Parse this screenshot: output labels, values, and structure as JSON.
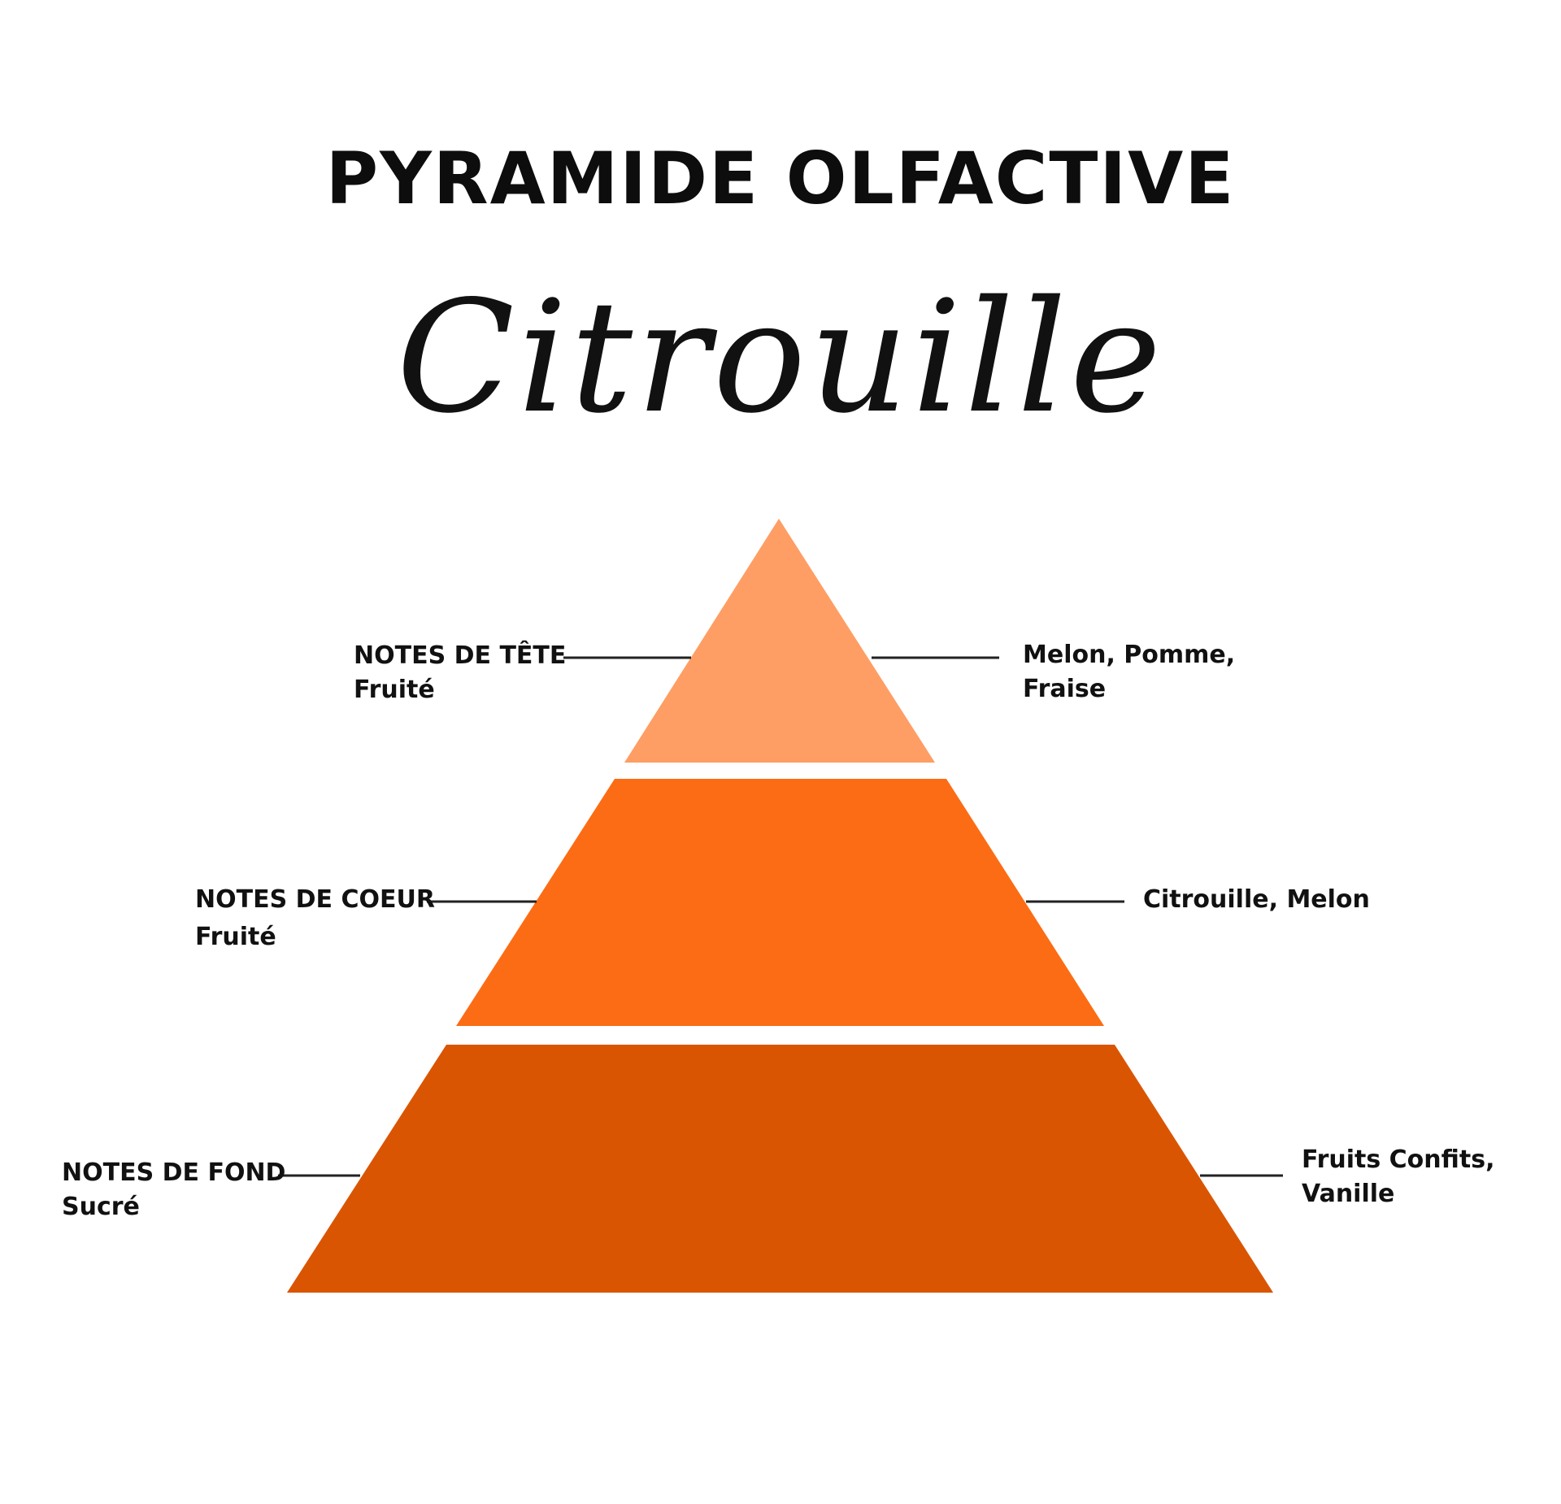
{
  "title": "PYRAMIDE OLFACTIVE",
  "subtitle": "Citrouille",
  "colors": {
    "top": "#fe9e64",
    "middle": "#fc6c14",
    "bottom": "#da5502",
    "line": "#222222",
    "text": "#111111"
  },
  "tiers": [
    {
      "id": "top",
      "label": "NOTES DE TÊTE",
      "family": "Fruité",
      "notes_line1": "Melon, Pomme,",
      "notes_line2": "Fraise"
    },
    {
      "id": "middle",
      "label": "NOTES DE COEUR",
      "family": "Fruité",
      "notes_line1": "Citrouille, Melon",
      "notes_line2": ""
    },
    {
      "id": "bottom",
      "label": "NOTES DE FOND",
      "family": "Sucré",
      "notes_line1": "Fruits Confits,",
      "notes_line2": "Vanille"
    }
  ]
}
